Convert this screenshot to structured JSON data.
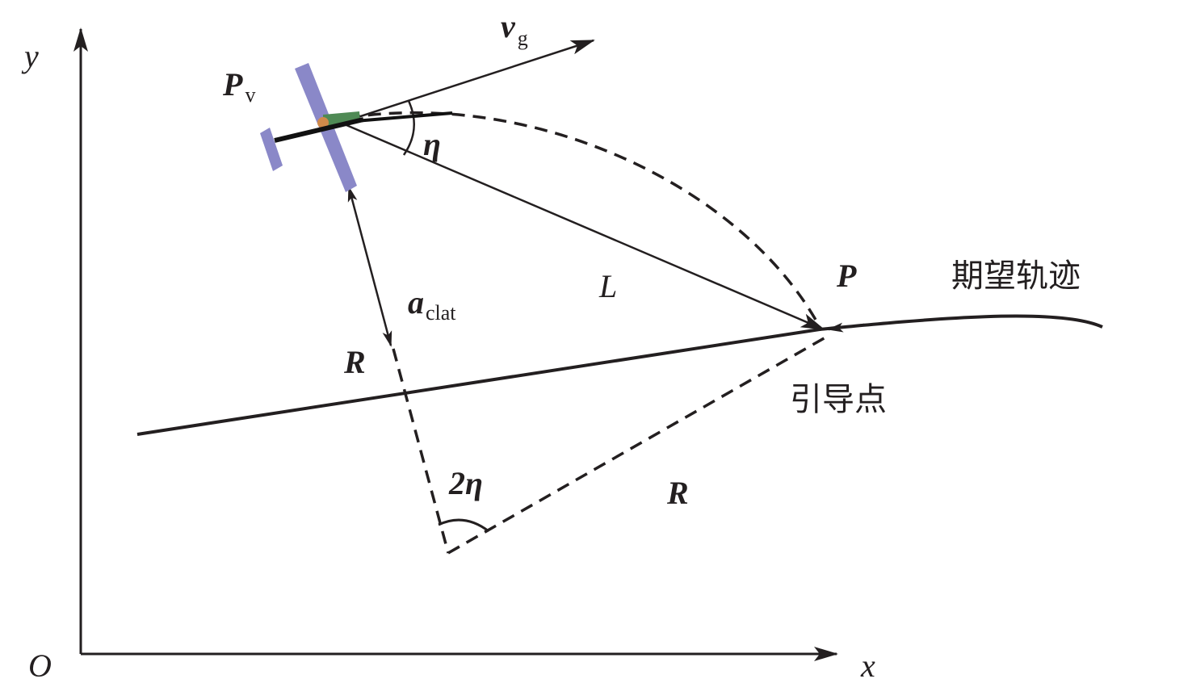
{
  "axes": {
    "origin": "O",
    "x": "x",
    "y": "y"
  },
  "labels": {
    "pv_main": "P",
    "pv_sub": "v",
    "vg_main": "v",
    "vg_sub": "g",
    "eta": "η",
    "L": "L",
    "aclat_main": "a",
    "aclat_sub": "clat",
    "R1": "R",
    "R2": "R",
    "two_eta": "2η",
    "P": "P",
    "desired_trajectory": "期望轨迹",
    "guide_point": "引导点"
  },
  "colors": {
    "line": "#231f20",
    "aircraft": "#8a88c8"
  }
}
